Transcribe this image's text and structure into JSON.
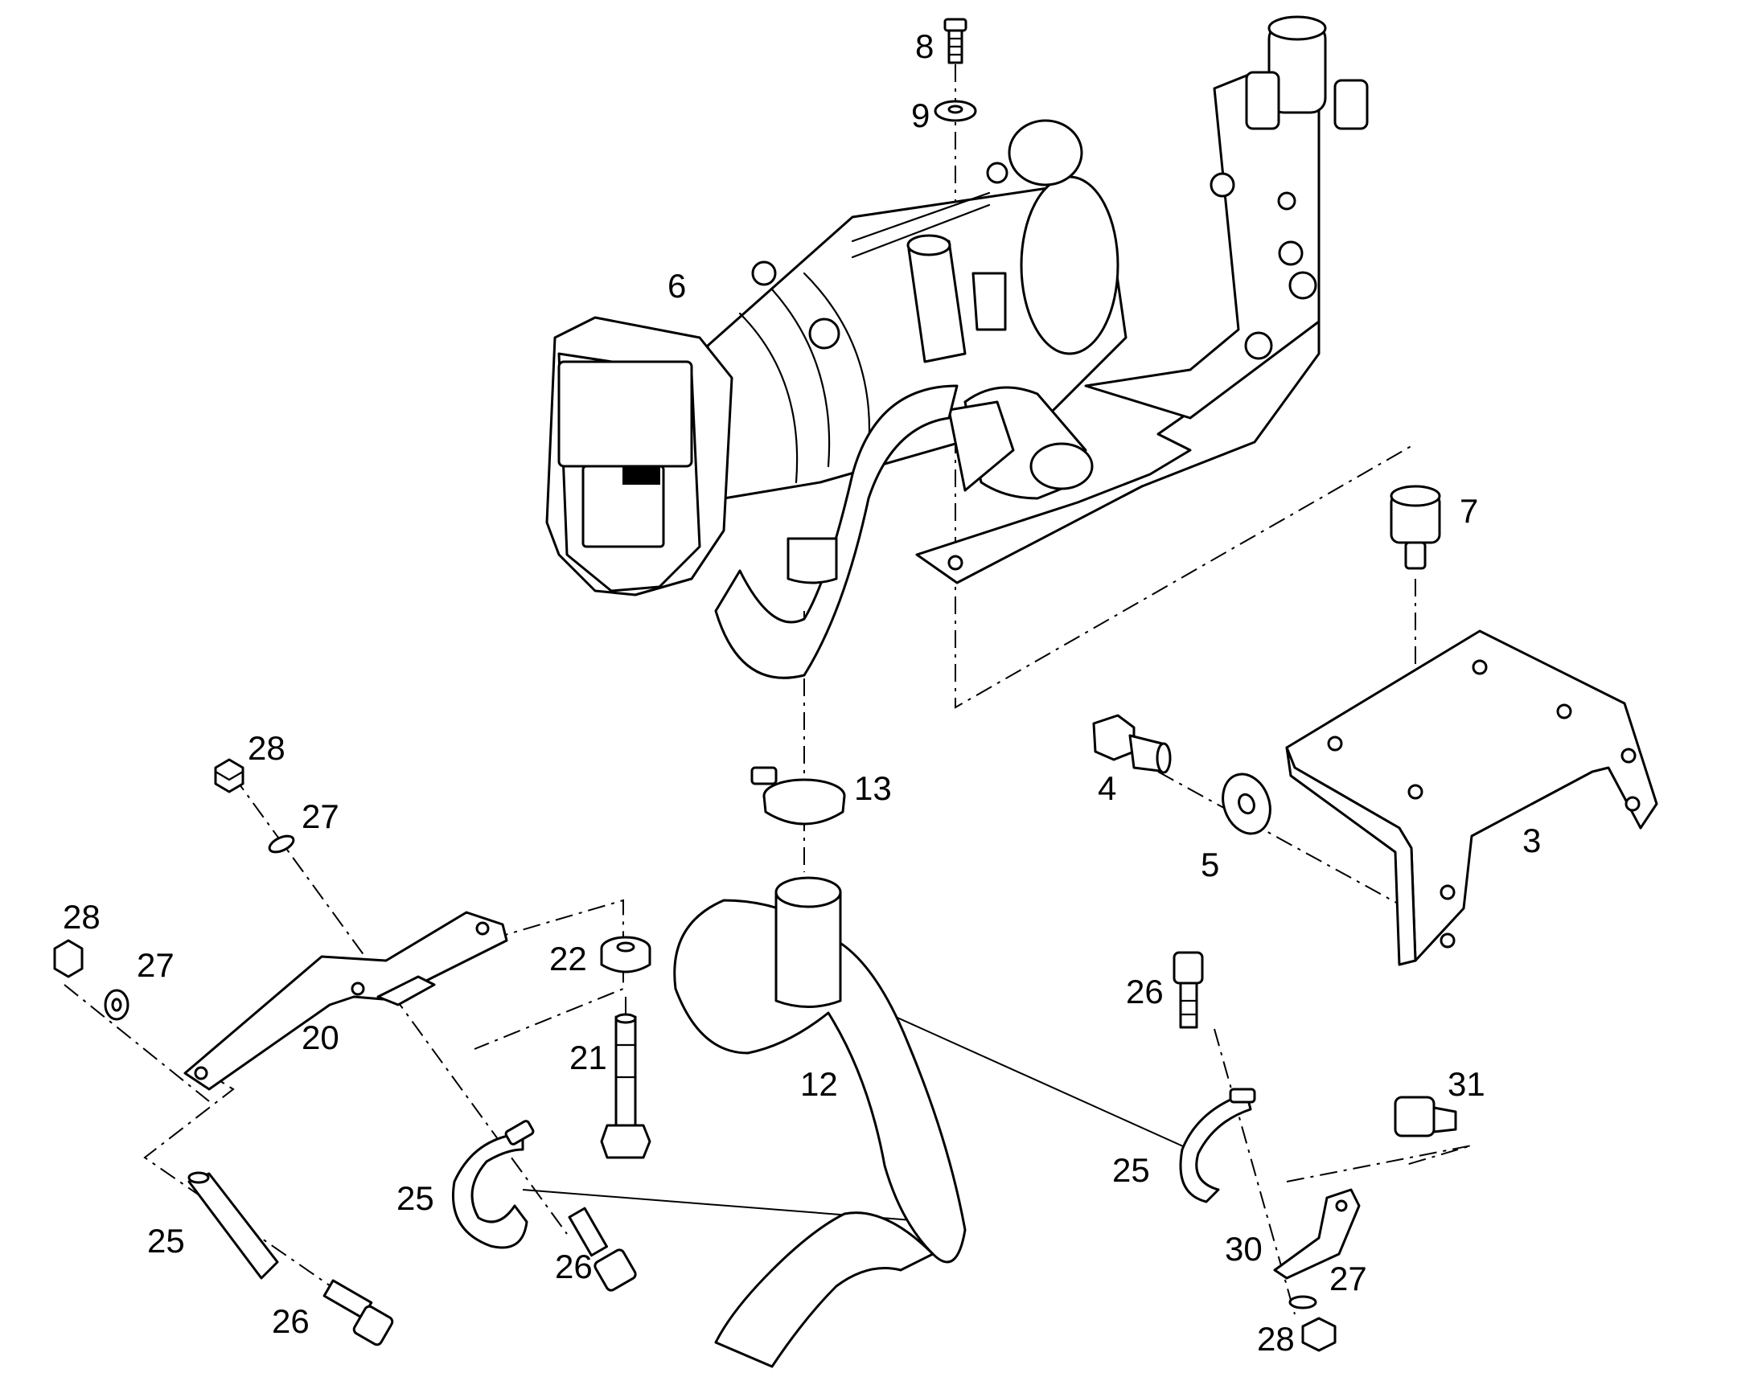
{
  "diagram": {
    "callouts": [
      {
        "id": "c8",
        "text": "8"
      },
      {
        "id": "c9",
        "text": "9"
      },
      {
        "id": "c6",
        "text": "6"
      },
      {
        "id": "c7",
        "text": "7"
      },
      {
        "id": "c28a",
        "text": "28"
      },
      {
        "id": "c27a",
        "text": "27"
      },
      {
        "id": "c13",
        "text": "13"
      },
      {
        "id": "c4",
        "text": "4"
      },
      {
        "id": "c5",
        "text": "5"
      },
      {
        "id": "c3",
        "text": "3"
      },
      {
        "id": "c28b",
        "text": "28"
      },
      {
        "id": "c27b",
        "text": "27"
      },
      {
        "id": "c22",
        "text": "22"
      },
      {
        "id": "c26a",
        "text": "26"
      },
      {
        "id": "c20",
        "text": "20"
      },
      {
        "id": "c21",
        "text": "21"
      },
      {
        "id": "c12",
        "text": "12"
      },
      {
        "id": "c31",
        "text": "31"
      },
      {
        "id": "c25a",
        "text": "25"
      },
      {
        "id": "c25b",
        "text": "25"
      },
      {
        "id": "c25c",
        "text": "25"
      },
      {
        "id": "c26b",
        "text": "26"
      },
      {
        "id": "c30",
        "text": "30"
      },
      {
        "id": "c27c",
        "text": "27"
      },
      {
        "id": "c26c",
        "text": "26"
      },
      {
        "id": "c28c",
        "text": "28"
      }
    ]
  }
}
